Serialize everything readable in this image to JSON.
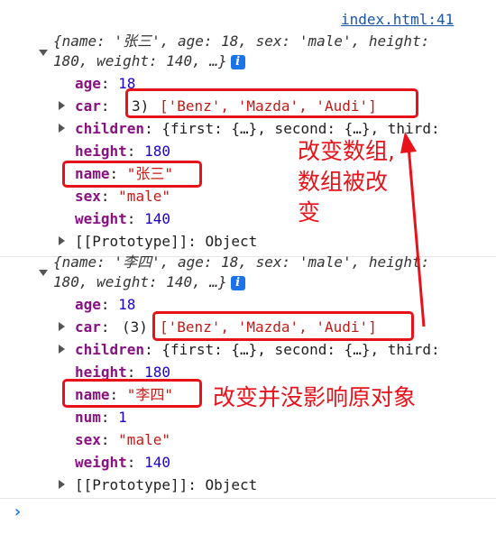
{
  "source_link": "index.html:41",
  "log1": {
    "summary_line1": "{name: '张三', age: 18, sex: 'male', height:",
    "summary_line2": "180, weight: 140, …}",
    "age_key": "age",
    "age_val": "18",
    "car_key": "car",
    "car_count": "3)",
    "car_val": "['Benz', 'Mazda', 'Audi']",
    "children_key": "children",
    "children_val": "{first: {…}, second: {…}, third:",
    "height_key": "height",
    "height_val": "180",
    "name_key": "name",
    "name_val": "\"张三\"",
    "sex_key": "sex",
    "sex_val": "\"male\"",
    "weight_key": "weight",
    "weight_val": "140",
    "proto_label": "[[Prototype]]: Object"
  },
  "log2": {
    "summary_line1": "{name: '李四', age: 18, sex: 'male', height:",
    "summary_line2": "180, weight: 140, …}",
    "age_key": "age",
    "age_val": "18",
    "car_key": "car",
    "car_count": "(3)",
    "car_val": "['Benz', 'Mazda', 'Audi']",
    "children_key": "children",
    "children_val": "{first: {…}, second: {…}, third:",
    "height_key": "height",
    "height_val": "180",
    "name_key": "name",
    "name_val": "\"李四\"",
    "num_key": "num",
    "num_val": "1",
    "sex_key": "sex",
    "sex_val": "\"male\"",
    "weight_key": "weight",
    "weight_val": "140",
    "proto_label": "[[Prototype]]: Object"
  },
  "annotations": {
    "array_changed": "改变数组,\n数组被改\n变",
    "no_effect": "改变并没影响原对象"
  },
  "colors": {
    "annotation_red": "#e8121a",
    "key_purple": "#881280",
    "number_blue": "#1c00cf",
    "string_red": "#c41a16",
    "link_blue": "#1a55a6"
  }
}
